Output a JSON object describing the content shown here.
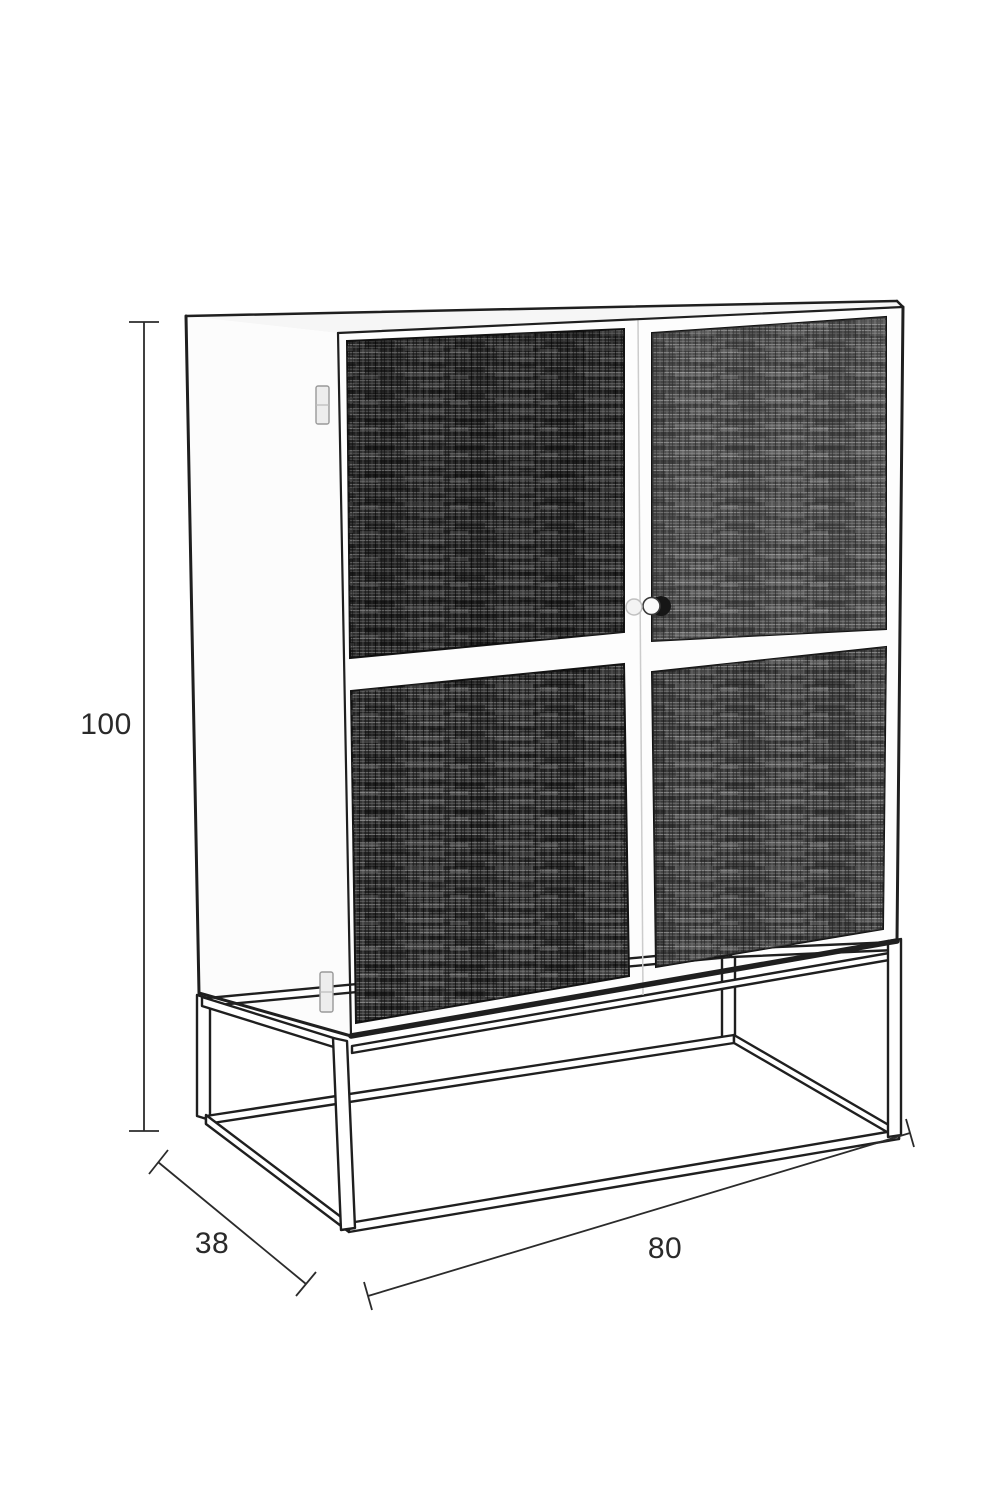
{
  "drawing": {
    "kind": "furniture dimension diagram",
    "subject": "two-door cabinet with woven cane door panels on an open metal base frame",
    "colors": {
      "background": "#ffffff",
      "line": "#1f1f1f",
      "dimension_text": "#2a2a2a",
      "panel_weave_dark": "#3f3f3f",
      "panel_weave_light": "#555555",
      "cabinet_white": "#fdfdfd"
    },
    "dimensions": {
      "height": {
        "value": "100",
        "placement": "vertical line, left of cabinet"
      },
      "depth": {
        "value": "38",
        "placement": "diagonal line, bottom left"
      },
      "width": {
        "value": "80",
        "placement": "diagonal line, bottom right"
      }
    },
    "features": {
      "doors": 2,
      "woven_panels": 4,
      "knobs": 2,
      "hinges": 2
    }
  }
}
